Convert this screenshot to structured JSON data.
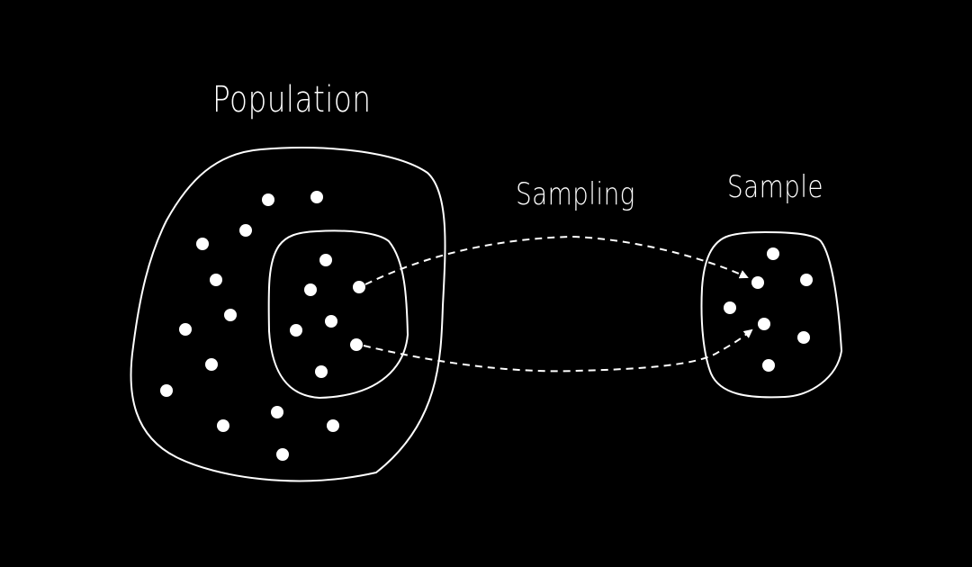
{
  "labels": {
    "population": "Population",
    "sampling": "Sampling",
    "sample": "Sample"
  },
  "colors": {
    "background": "#000000",
    "stroke": "#ffffff",
    "dots": "#ffffff"
  },
  "counts": {
    "population_dots": 20,
    "subset_dots": 7,
    "sample_dots": 7
  }
}
